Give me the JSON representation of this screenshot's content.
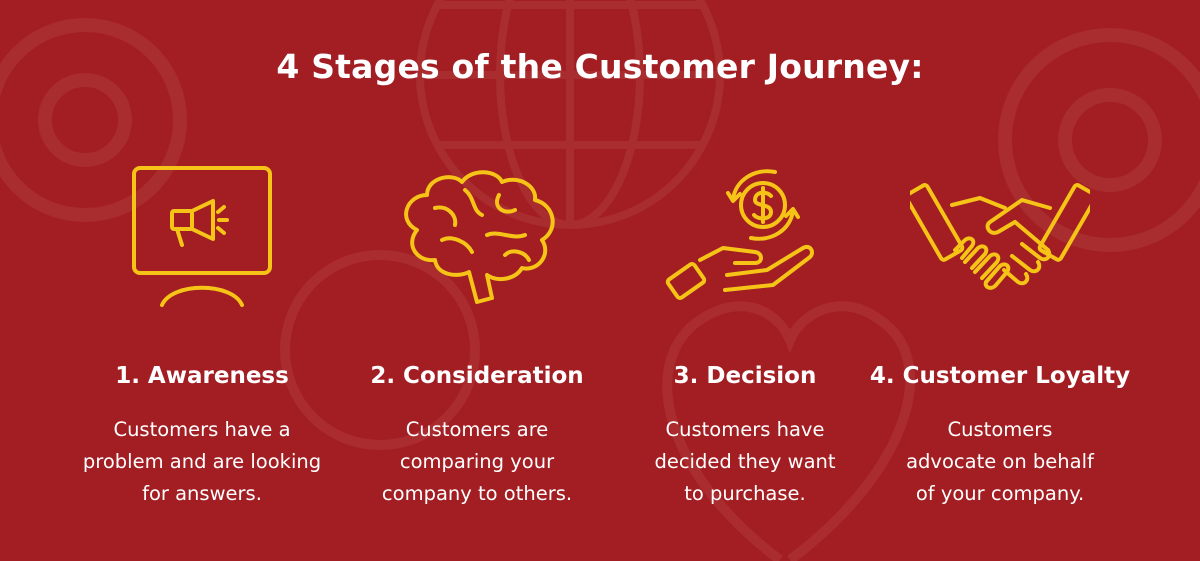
{
  "colors": {
    "background": "#A21E23",
    "icon_stroke": "#F5C417",
    "text": "#FFFFFF",
    "watermark": "#B0383A"
  },
  "title": "4 Stages of the Customer Journey:",
  "stages": [
    {
      "title": "1. Awareness",
      "icon": "megaphone-monitor-icon",
      "desc": [
        "Customers have a",
        "problem and are looking",
        "for answers."
      ]
    },
    {
      "title": "2. Consideration",
      "icon": "brain-icon",
      "desc": [
        "Customers are",
        "comparing your",
        "company to others."
      ]
    },
    {
      "title": "3. Decision",
      "icon": "hand-dollar-icon",
      "desc": [
        "Customers have",
        "decided they want",
        "to purchase."
      ]
    },
    {
      "title": "4. Customer Loyalty",
      "icon": "handshake-icon",
      "desc": [
        "Customers",
        "advocate on behalf",
        "of your company."
      ]
    }
  ]
}
